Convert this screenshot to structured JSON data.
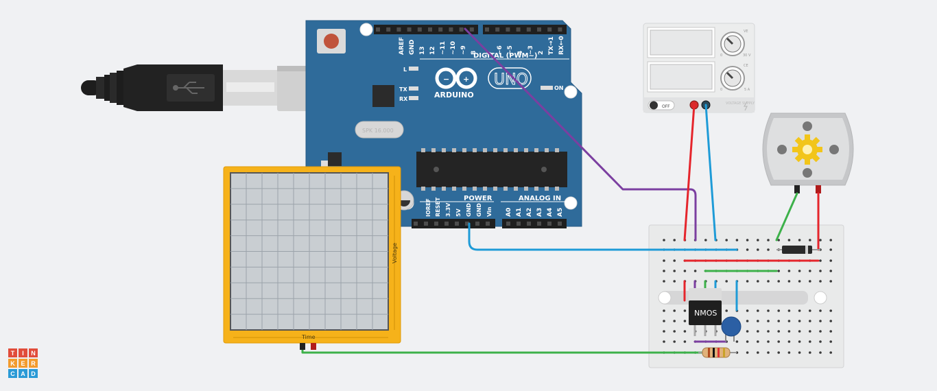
{
  "arduino": {
    "brand": "ARDUINO",
    "model": "UNO",
    "digital_label": "DIGITAL (PWM~)",
    "power_label": "POWER",
    "analog_label": "ANALOG IN",
    "on_label": "ON",
    "l_label": "L",
    "tx_label": "TX",
    "rx_label": "RX",
    "crystal_label": "SPK 16.000",
    "digital_pins": [
      "AREF",
      "GND",
      "13",
      "12",
      "~11",
      "~10",
      "~9",
      "8",
      "7",
      "~6",
      "~5",
      "4",
      "~3",
      "2",
      "TX→1",
      "RX←0"
    ],
    "power_pins": [
      "IOREF",
      "RESET",
      "3.3V",
      "5V",
      "GND",
      "GND",
      "Vin"
    ],
    "analog_pins": [
      "A0",
      "A1",
      "A2",
      "A3",
      "A4",
      "A5"
    ]
  },
  "oscilloscope": {
    "time_label": "Time",
    "voltage_label": "Voltage"
  },
  "power_supply": {
    "off_label": "OFF",
    "v_knob_label": "VE",
    "c_knob_label": "CE",
    "v_max": "30 V",
    "c_max": "5 A",
    "v_min": "0",
    "c_min": "0",
    "brand": "VOLTAGE SUPPLY"
  },
  "mosfet": {
    "label": "NMOS"
  },
  "logo": {
    "letters": [
      "T",
      "I",
      "N",
      "K",
      "E",
      "R",
      "C",
      "A",
      "D"
    ]
  },
  "colors": {
    "arduino_blue": "#2f6b9a",
    "wire_purple": "#7b3fa0",
    "wire_blue": "#1e9bd7",
    "wire_red": "#e5252c",
    "wire_green": "#3db14a",
    "scope_yellow": "#f6b21a"
  }
}
